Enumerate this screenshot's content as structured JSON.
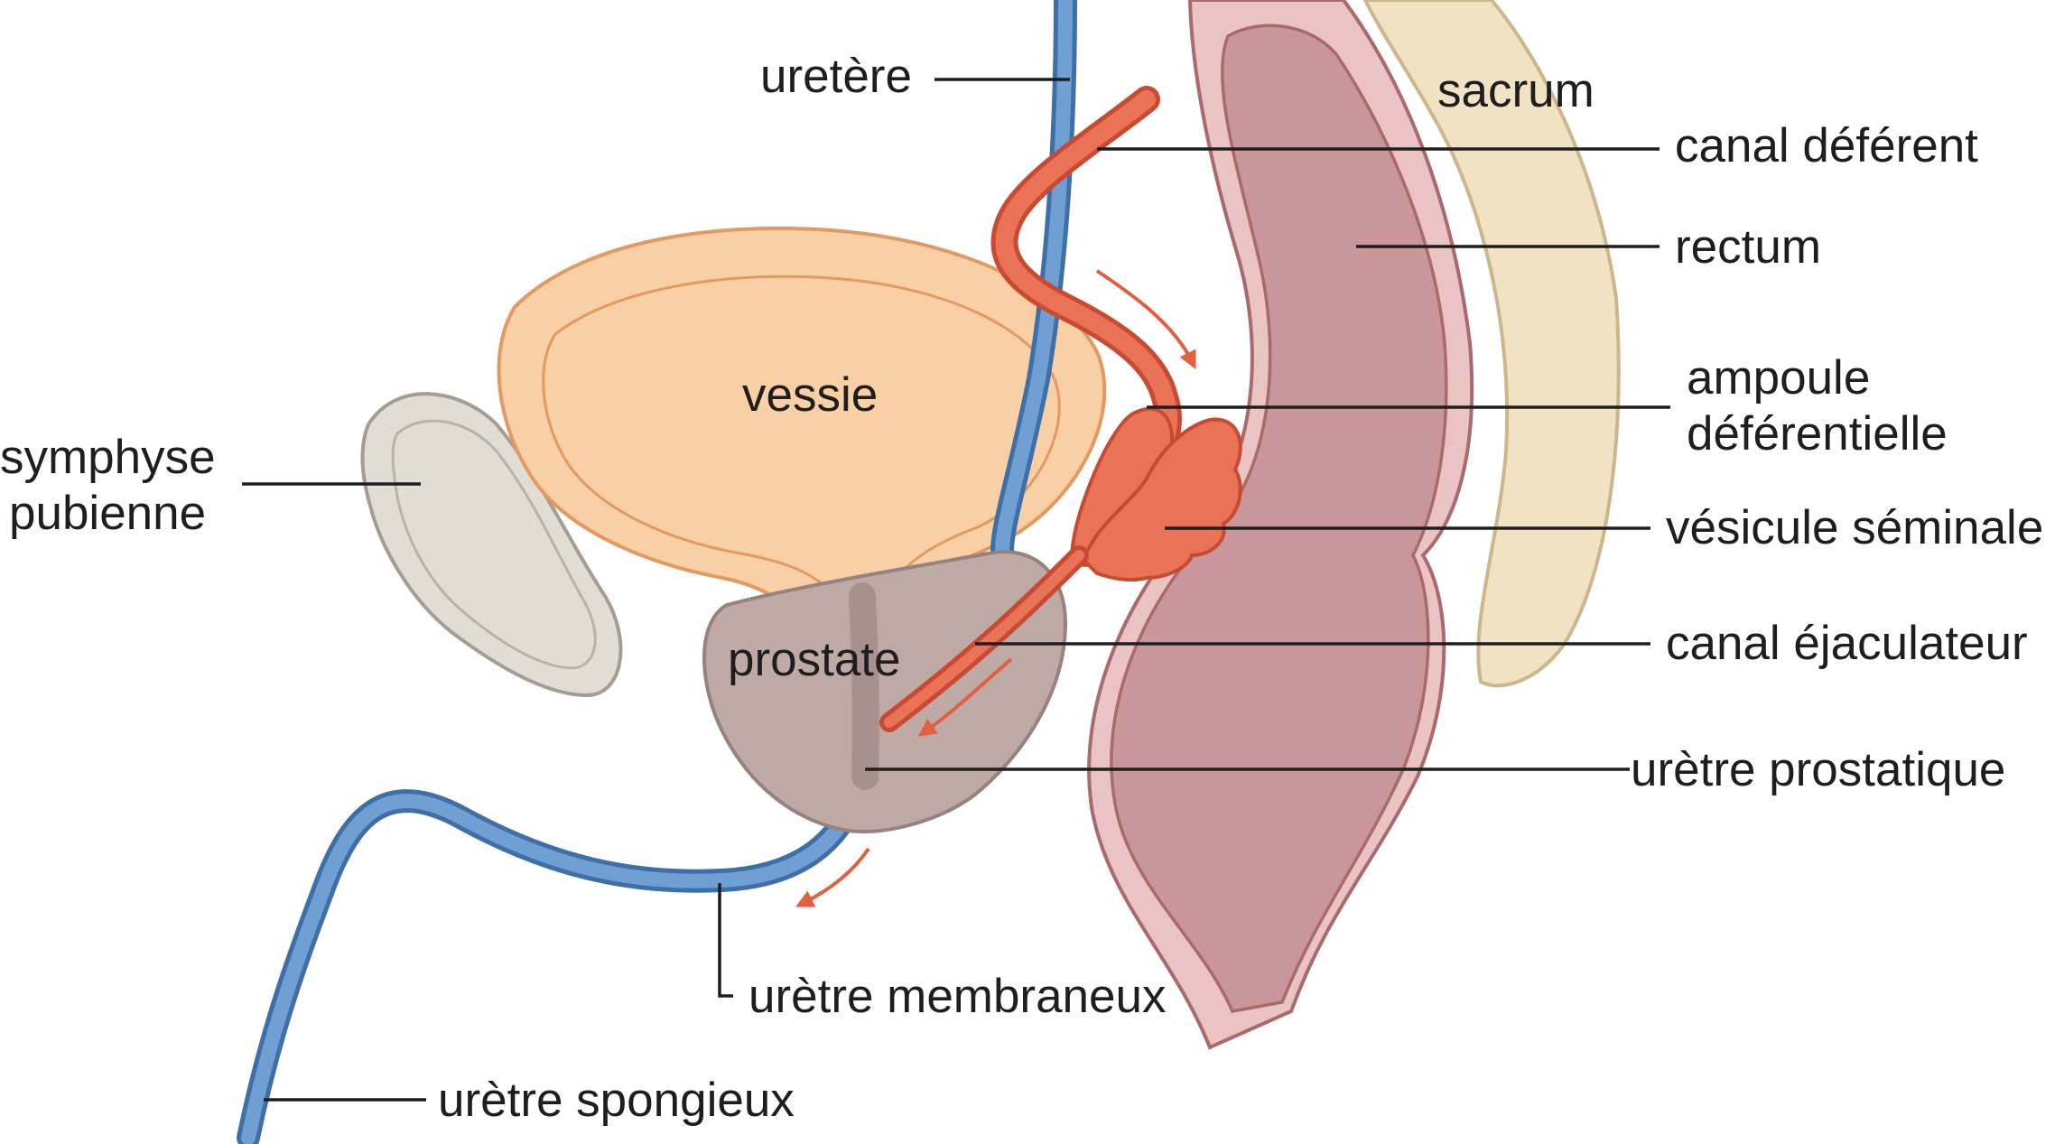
{
  "labels": {
    "uretere": "uretère",
    "sacrum": "sacrum",
    "canal_deferent": "canal déférent",
    "rectum": "rectum",
    "ampoule_line1": "ampoule",
    "ampoule_line2": "déférentielle",
    "vesicule_seminale": "vésicule séminale",
    "canal_ejaculateur": "canal éjaculateur",
    "uretre_prostatique": "urètre prostatique",
    "uretre_membraneux": "urètre membraneux",
    "uretre_spongieux": "urètre spongieux",
    "symphyse_line1": "symphyse",
    "symphyse_line2": "pubienne",
    "vessie": "vessie",
    "prostate": "prostate"
  },
  "colors": {
    "bladder_fill": "#f9cfa6",
    "bladder_stroke": "#e09a62",
    "symphysis_fill": "#e2ddd4",
    "symphysis_stroke": "#a69c91",
    "prostate_fill": "#bfa9a5",
    "prostate_stroke": "#98827d",
    "rectum_fill": "#c9979a",
    "rectum_wall": "#e9c4c3",
    "rectum_stroke": "#a86a6d",
    "sacrum_fill": "#f1e2c4",
    "sacrum_stroke": "#cdb68c",
    "urethra_fill": "#6f9fd3",
    "urethra_stroke": "#3e6fa8",
    "duct_fill": "#ea7357",
    "duct_stroke": "#c84a32",
    "arrow": "#e0603f",
    "text": "#1e1e1e"
  }
}
